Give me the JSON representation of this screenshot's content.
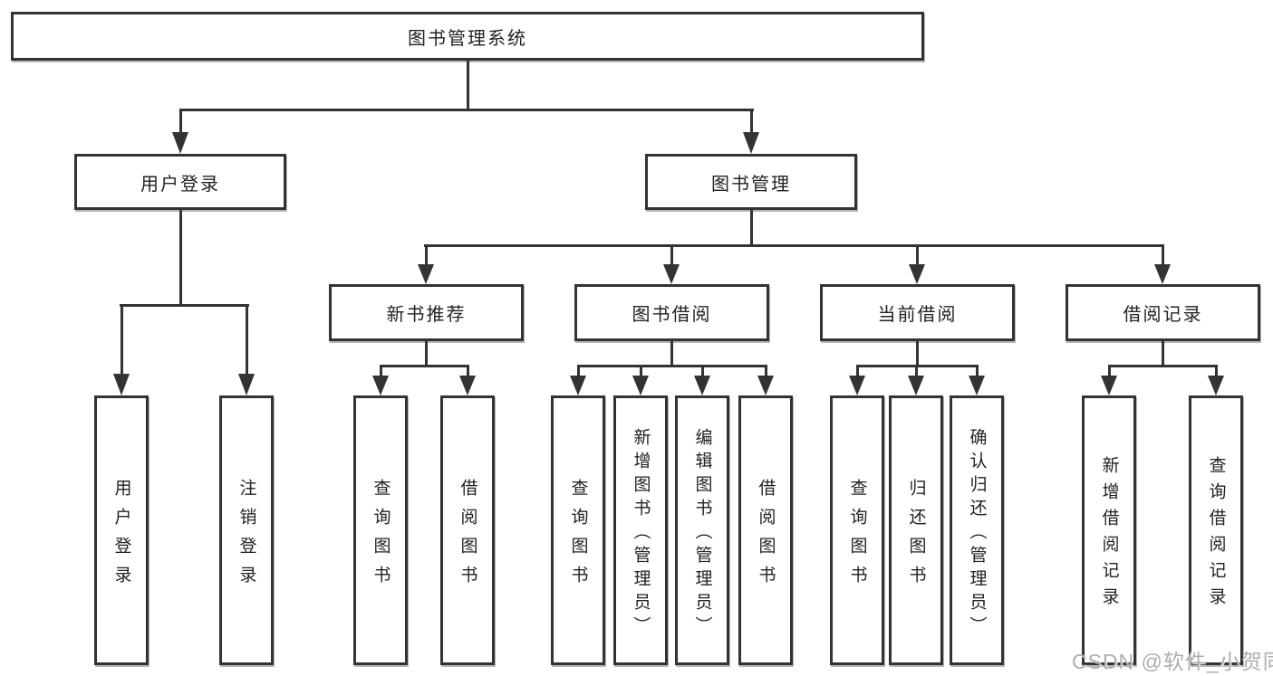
{
  "diagram": {
    "type": "hierarchy-tree",
    "root": {
      "label": "图书管理系统"
    },
    "branches": [
      {
        "label": "用户登录",
        "children": [
          {
            "label": "用户登录"
          },
          {
            "label": "注销登录"
          }
        ]
      },
      {
        "label": "图书管理",
        "children": [
          {
            "label": "新书推荐",
            "children": [
              {
                "label": "查询图书"
              },
              {
                "label": "借阅图书"
              }
            ]
          },
          {
            "label": "图书借阅",
            "children": [
              {
                "label": "查询图书"
              },
              {
                "label": "新增图书（管理员）"
              },
              {
                "label": "编辑图书（管理员）"
              },
              {
                "label": "借阅图书"
              }
            ]
          },
          {
            "label": "当前借阅",
            "children": [
              {
                "label": "查询图书"
              },
              {
                "label": "归还图书"
              },
              {
                "label": "确认归还（管理员）"
              }
            ]
          },
          {
            "label": "借阅记录",
            "children": [
              {
                "label": "新增借阅记录"
              },
              {
                "label": "查询借阅记录"
              }
            ]
          }
        ]
      }
    ],
    "watermark": "CSDN @软件_小贺同学",
    "colors": {
      "background": "#ffffff",
      "box_border": "#333333",
      "connector_line": "#333333",
      "text": "#222222",
      "watermark": "#aeaeae"
    }
  }
}
